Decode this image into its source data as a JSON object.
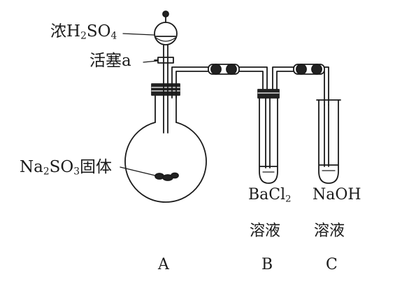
{
  "labels": {
    "acid_prefix": "浓",
    "acid_formula_h": "H",
    "acid_formula_h_sub": "2",
    "acid_formula_so": "SO",
    "acid_formula_so_sub": "4",
    "stopcock": "活塞a",
    "solid_na": "Na",
    "solid_na_sub": "2",
    "solid_so": "SO",
    "solid_so_sub": "3",
    "solid_suffix": "固体",
    "bacl_main": "BaCl",
    "bacl_sub": "2",
    "naoh": "NaOH",
    "solution_b": "溶液",
    "solution_c": "溶液",
    "letter_a": "A",
    "letter_b": "B",
    "letter_c": "C"
  },
  "colors": {
    "line": "#1a1a1a",
    "stopper": "#222222",
    "liquid": "#555555"
  }
}
